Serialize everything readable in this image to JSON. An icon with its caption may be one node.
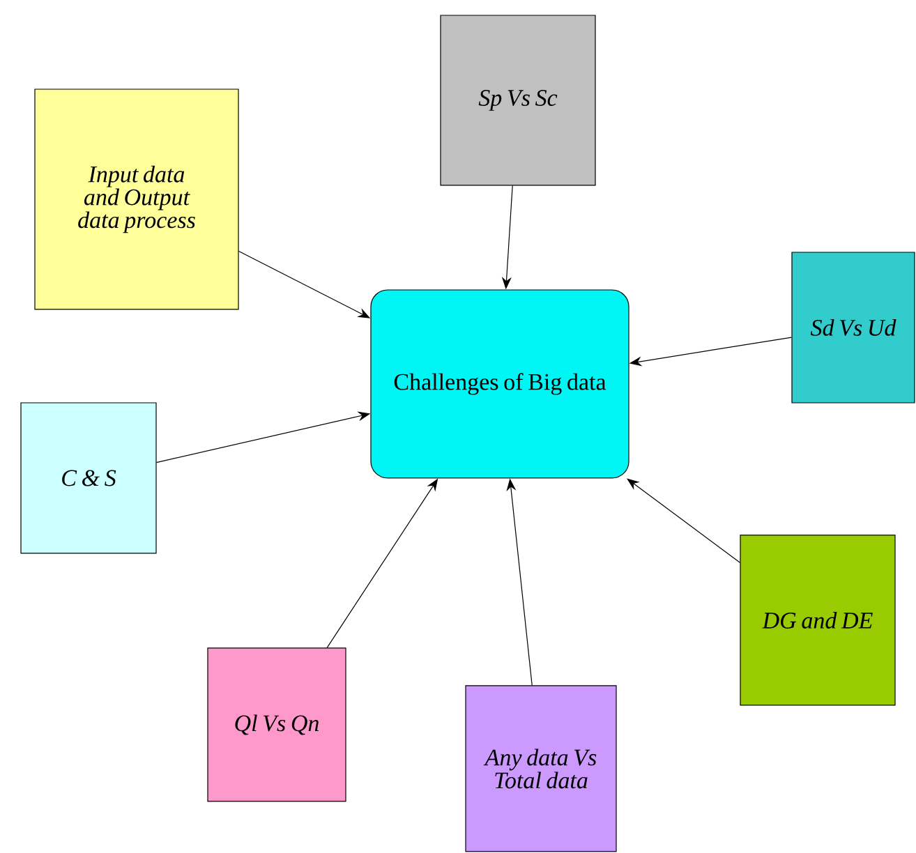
{
  "diagram": {
    "nodes": [
      {
        "text": [
          "Challenges of Big data"
        ]
      },
      {
        "text": [
          "Input data and Output data process"
        ]
      },
      {
        "text": [
          "Sp Vs Sc"
        ]
      },
      {
        "text": [
          "Sd Vs Ud"
        ]
      },
      {
        "text": [
          "C & S"
        ]
      },
      {
        "text": [
          "DG and DE"
        ]
      },
      {
        "text": [
          "Ql Vs Qn"
        ]
      },
      {
        "text": [
          "Any data Vs Total data"
        ]
      }
    ],
    "edges": [
      {
        "from": 1,
        "to": 0,
        "arrow": "to"
      },
      {
        "from": 2,
        "to": 0,
        "arrow": "to"
      },
      {
        "from": 3,
        "to": 0,
        "arrow": "to"
      },
      {
        "from": 4,
        "to": 0,
        "arrow": "to"
      },
      {
        "from": 5,
        "to": 0,
        "arrow": "to"
      },
      {
        "from": 6,
        "to": 0,
        "arrow": "to"
      },
      {
        "from": 7,
        "to": 0,
        "arrow": "to"
      }
    ]
  }
}
